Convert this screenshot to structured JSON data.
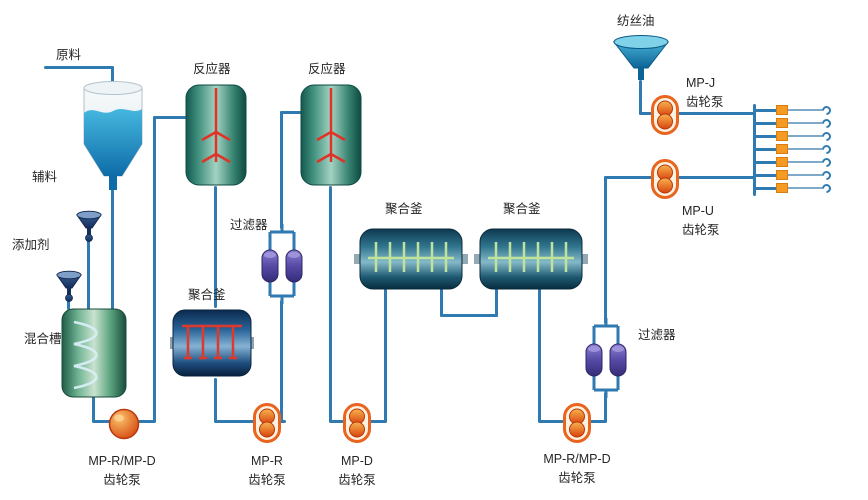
{
  "labels": {
    "raw_material": "原料",
    "auxiliary": "辅料",
    "additive": "添加剂",
    "mixing_tank": "混合槽",
    "reactor_1": "反应器",
    "reactor_2": "反应器",
    "filter_1": "过滤器",
    "filter_2": "过滤器",
    "poly_kettle_red": "聚合釜",
    "poly_kettle_1": "聚合釜",
    "poly_kettle_2": "聚合釜",
    "spinning_oil": "纺丝油"
  },
  "pumps": {
    "mix_pump": {
      "model": "MP-R/MP-D",
      "type": "齿轮泵"
    },
    "mpr": {
      "model": "MP-R",
      "type": "齿轮泵"
    },
    "mpd": {
      "model": "MP-D",
      "type": "齿轮泵"
    },
    "mprd2": {
      "model": "MP-R/MP-D",
      "type": "齿轮泵"
    },
    "mpj": {
      "model": "MP-J",
      "type": "齿轮泵"
    },
    "mpu": {
      "model": "MP-U",
      "type": "齿轮泵"
    }
  },
  "spinneret": {
    "rows": 7
  },
  "colors": {
    "pipe": "#2f7ab0",
    "pump_outline": "#e8641f",
    "spinneret_block": "#f59a23",
    "filter_purple": "#564aa6",
    "reactor_teal": "#3f8f7c",
    "kettle_navy": "#2a6499",
    "kettle_teal": "#31768f",
    "liquid_blue": "#0e6ca8",
    "funnel_navy": "#35598f"
  }
}
